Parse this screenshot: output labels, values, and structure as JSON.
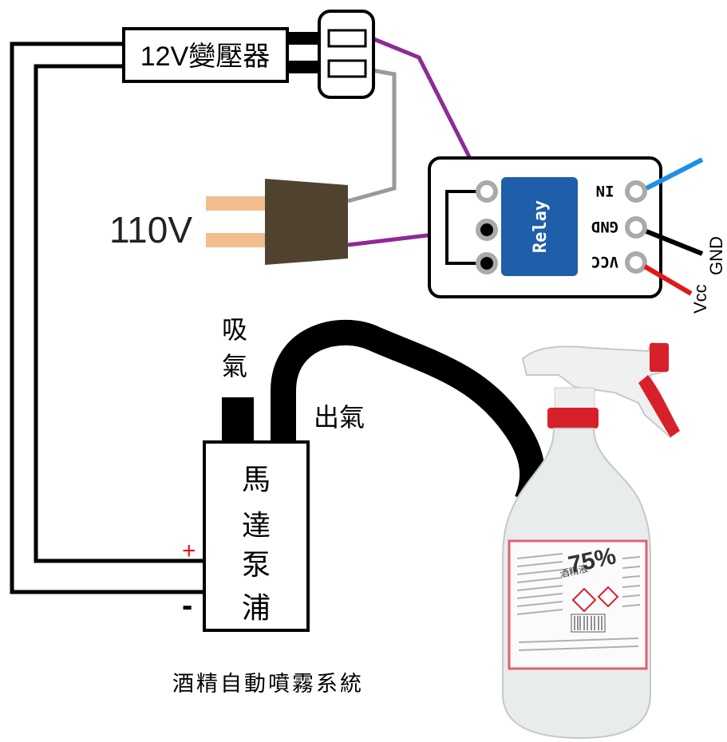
{
  "transformer": {
    "label": "12V變壓器"
  },
  "mains": {
    "label": "110V"
  },
  "relay": {
    "title": "Relay",
    "pins": [
      "IN",
      "GND",
      "VCC"
    ]
  },
  "wire_labels": {
    "gnd": "GND",
    "vcc": "Vcc"
  },
  "pump": {
    "label_chars": [
      "馬",
      "達",
      "泵",
      "浦"
    ],
    "intake": [
      "吸",
      "氣"
    ],
    "outlet": "出氣",
    "plus": "+",
    "minus": "-"
  },
  "bottle": {
    "label_big": "75%",
    "label_small": "酒精液"
  },
  "caption": "酒精自動噴霧系統",
  "colors": {
    "wire_purple": "#8e2a96",
    "wire_gray": "#9a9a9a",
    "wire_blue": "#1e8fe6",
    "wire_red": "#e01818",
    "relay_blue": "#1f5ea8",
    "plug_brown": "#4f4330",
    "prong": "#f2be8e",
    "trigger_red": "#d8202a"
  }
}
